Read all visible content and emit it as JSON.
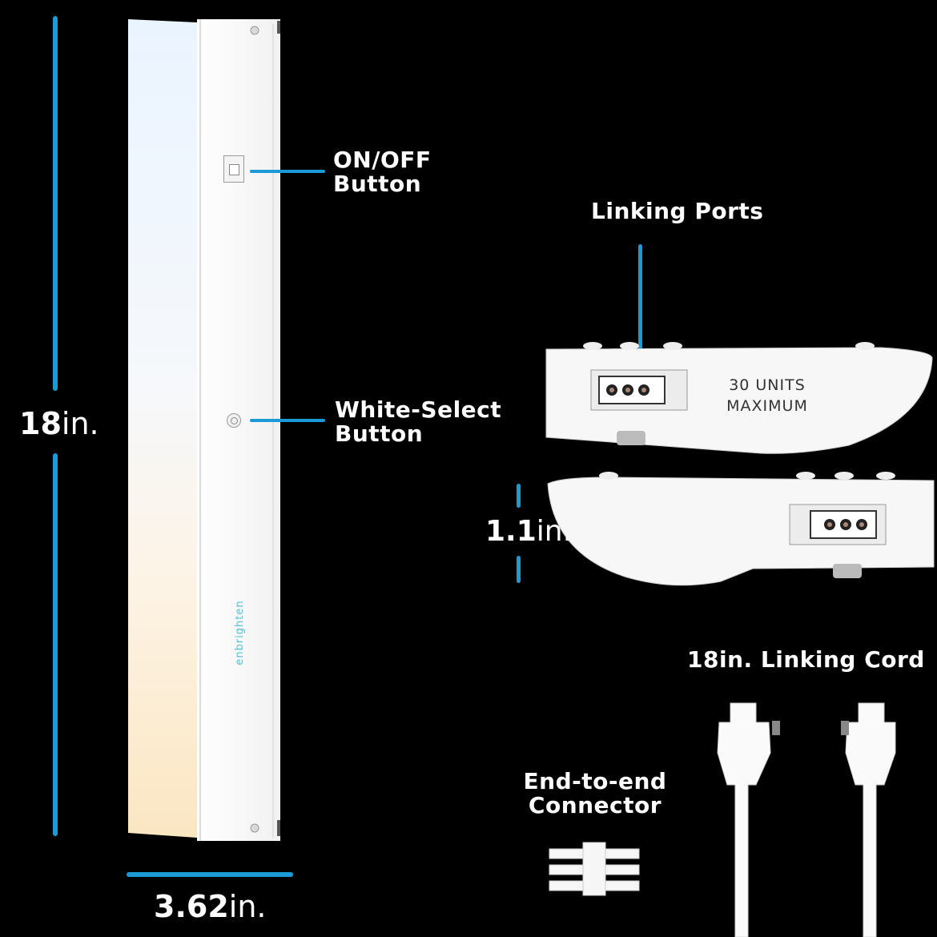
{
  "dimensions": {
    "length": {
      "value": "18",
      "unit": "in."
    },
    "width": {
      "value": "3.62",
      "unit": "in."
    },
    "height": {
      "value": "1.1",
      "unit": "in."
    }
  },
  "callouts": {
    "on_off": {
      "line1": "ON/OFF",
      "line2": "Button"
    },
    "white_select": {
      "line1": "White-Select",
      "line2": "Button"
    },
    "linking_ports": "Linking Ports",
    "linking_cord": "18in. Linking Cord",
    "end_connector": {
      "line1": "End-to-end",
      "line2": "Connector"
    }
  },
  "end_cap_label": {
    "line1": "30 UNITS",
    "line2": "MAXIMUM"
  },
  "brand": "enbrighten",
  "colors": {
    "accent": "#1b9ad6",
    "background": "#000000",
    "product": "#ffffff"
  }
}
